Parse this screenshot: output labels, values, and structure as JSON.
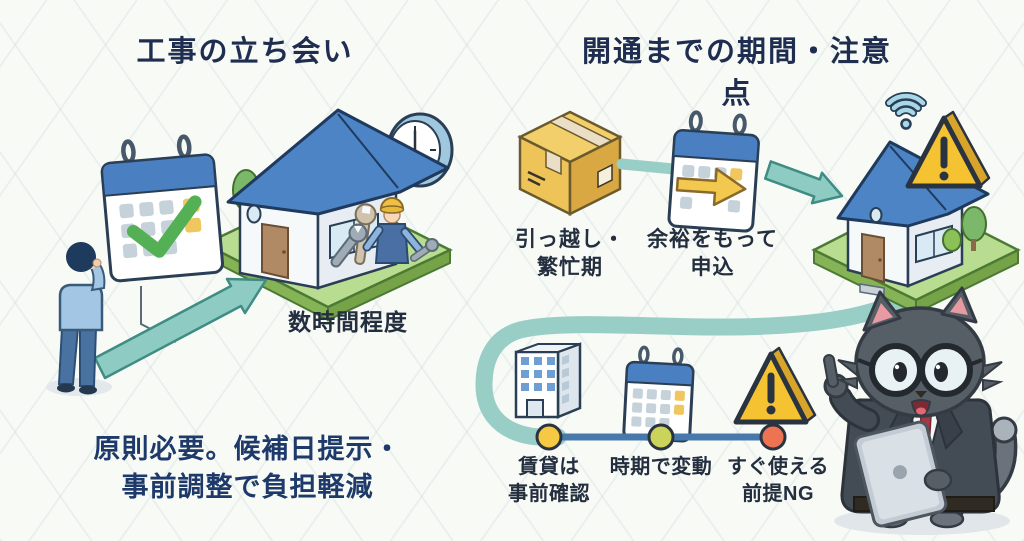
{
  "left_section": {
    "title": "工事の立ち会い",
    "duration_label": "数時間程度",
    "caption": {
      "line1": "原則必要。候補日提示・",
      "line2": "事前調整で負担軽減"
    },
    "icons": {
      "calendar": "calendar-check-icon",
      "site": "construction-house-icon",
      "clock": "clock-icon",
      "person": "person-on-phone-icon",
      "arrow": "arrow-right-icon"
    }
  },
  "right_section": {
    "title": "開通までの期間・注意点",
    "steps": [
      {
        "icon": "moving-box-icon",
        "label_line1": "引っ越し・",
        "label_line2": "繁忙期"
      },
      {
        "icon": "calendar-forward-icon",
        "label_line1": "余裕をもって",
        "label_line2": "申込"
      },
      {
        "icon": "wifi-house-warning-icon",
        "label_line1": "",
        "label_line2": ""
      }
    ],
    "timeline": {
      "items": [
        {
          "icon": "apartment-building-icon",
          "label_line1": "賃貸は",
          "label_line2": "事前確認",
          "dot_color": "#f6c844"
        },
        {
          "icon": "calendar-icon",
          "label_line1": "時期で変動",
          "label_line2": "",
          "dot_color": "#ccd35a"
        },
        {
          "icon": "warning-triangle-icon",
          "label_line1": "すぐ使える",
          "label_line2": "前提NG",
          "dot_color": "#ee7352"
        }
      ]
    },
    "mascot": "cat-with-glasses-and-tablet"
  },
  "colors": {
    "title_navy": "#1f2e50",
    "caption_blue": "#1e3a6a",
    "label_dark": "#232e3e",
    "accent_teal": "#8ecbc2",
    "path_teal": "#99cec6",
    "timeline_blue": "#4779ad",
    "warning_yellow": "#f5c332",
    "roof_blue": "#4c84c6",
    "grass_green": "#b9dd90",
    "box_yellow": "#f0c75e",
    "check_green": "#54b054",
    "calendar_header_blue": "#4a7fc1"
  }
}
